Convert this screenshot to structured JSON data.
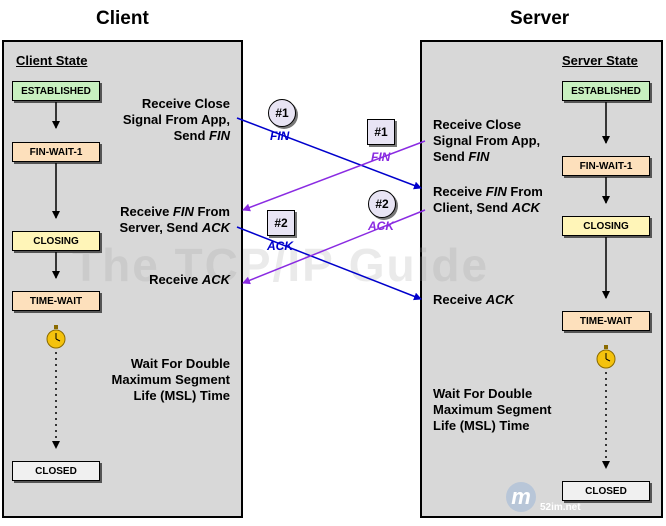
{
  "titles": {
    "client": "Client",
    "server": "Server"
  },
  "client": {
    "header": "Client State",
    "states": [
      "ESTABLISHED",
      "FIN-WAIT-1",
      "CLOSING",
      "TIME-WAIT",
      "CLOSED"
    ],
    "labels": {
      "close": "Receive Close\nSignal From App,\nSend FIN",
      "fin": "Receive FIN From\nServer, Send ACK",
      "ack": "Receive ACK",
      "wait": "Wait For Double\nMaximum Segment\nLife (MSL) Time"
    }
  },
  "server": {
    "header": "Server State",
    "states": [
      "ESTABLISHED",
      "FIN-WAIT-1",
      "CLOSING",
      "TIME-WAIT",
      "CLOSED"
    ],
    "labels": {
      "close": "Receive Close\nSignal From App,\nSend FIN",
      "fin": "Receive FIN From\nClient, Send ACK",
      "ack": "Receive ACK",
      "wait": "Wait For Double\nMaximum Segment\nLife (MSL) Time"
    }
  },
  "segments": {
    "c_fin": {
      "seq": "#1",
      "label": "FIN"
    },
    "c_ack": {
      "seq": "#2",
      "label": "ACK"
    },
    "s_fin": {
      "seq": "#1",
      "label": "FIN"
    },
    "s_ack": {
      "seq": "#2",
      "label": "ACK"
    }
  },
  "watermark": "The TCP/IP Guide",
  "logo": {
    "mark": "m",
    "text": "52im.net"
  },
  "colors": {
    "client_arrow": "#0000cc",
    "server_arrow": "#8a2be2",
    "established": "#c8f0c0",
    "fin_wait": "#fde0bc",
    "closing": "#fff5b8",
    "time_wait": "#fde0bc",
    "closed": "#f0f0f0",
    "panel": "#d8d8d8"
  }
}
